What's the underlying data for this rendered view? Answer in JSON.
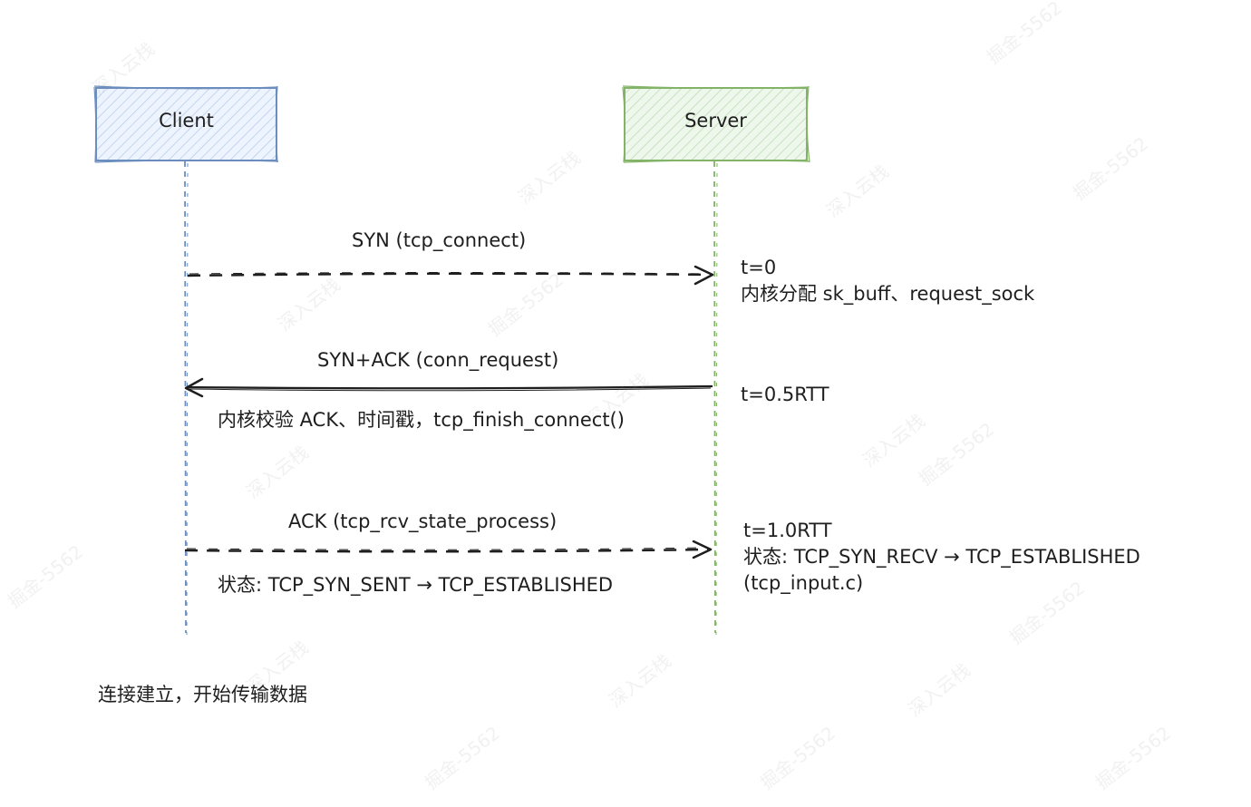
{
  "participants": {
    "client": {
      "label": "Client",
      "stroke": "#6c8ebf",
      "fill": "#dae8fc"
    },
    "server": {
      "label": "Server",
      "stroke": "#82b366",
      "fill": "#d5e8d4"
    }
  },
  "messages": [
    {
      "label": "SYN (tcp_connect)",
      "direction": "client-to-server",
      "style": "dashed"
    },
    {
      "label": "SYN+ACK (conn_request)",
      "direction": "server-to-client",
      "style": "solid",
      "note": "内核校验 ACK、时间戳，tcp_finish_connect()"
    },
    {
      "label": "ACK (tcp_rcv_state_process)",
      "direction": "client-to-server",
      "style": "dashed",
      "note": "状态: TCP_SYN_SENT → TCP_ESTABLISHED"
    }
  ],
  "server_notes": {
    "t0": {
      "line1": "t=0",
      "line2": "内核分配 sk_buff、request_sock"
    },
    "t05": {
      "line1": "t=0.5RTT"
    },
    "t1": {
      "line1": "t=1.0RTT",
      "line2": "状态: TCP_SYN_RECV → TCP_ESTABLISHED",
      "line3": "(tcp_input.c)"
    }
  },
  "footer": "连接建立，开始传输数据",
  "watermark": {
    "text_a": "深入云栈",
    "text_b": "掘金-5562"
  }
}
